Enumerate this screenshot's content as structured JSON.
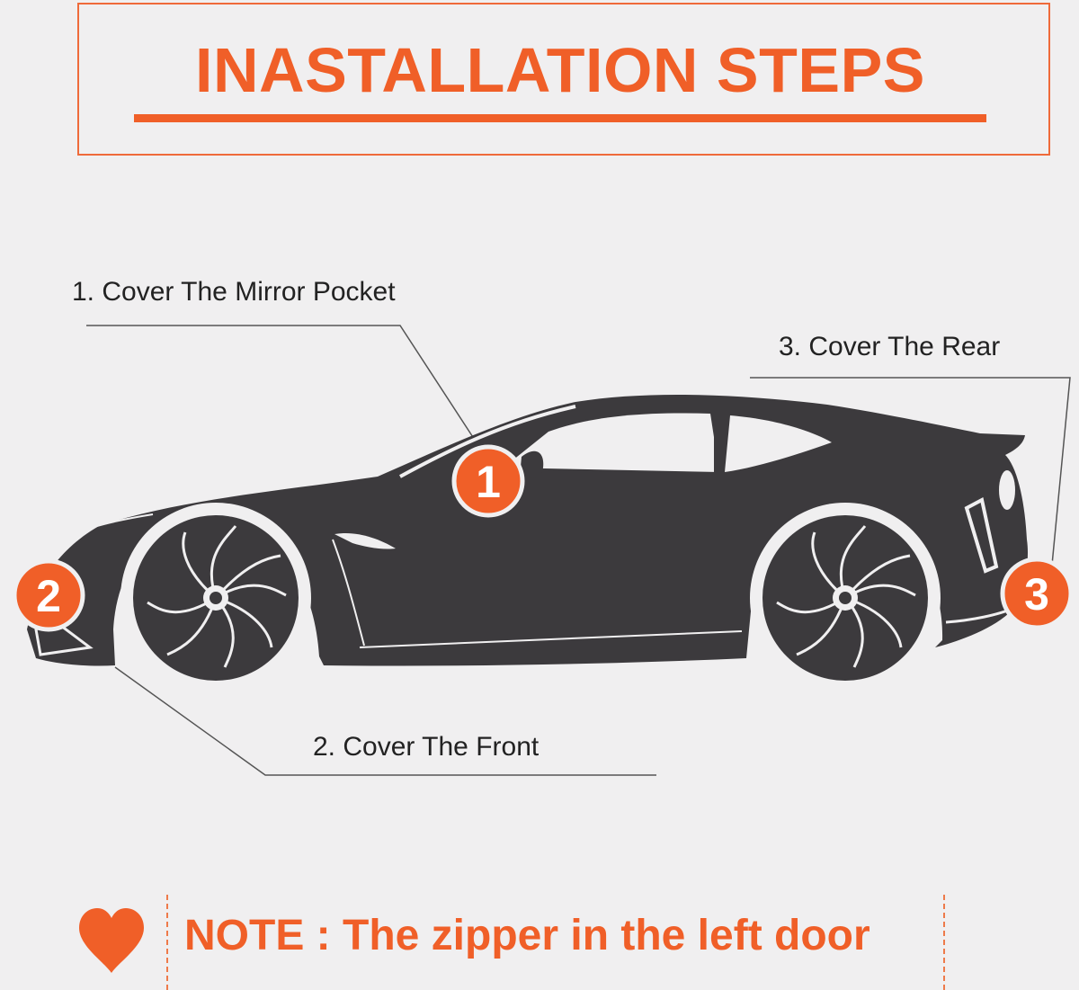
{
  "title": "INASTALLATION STEPS",
  "steps": [
    {
      "number": "1",
      "label": "1. Cover The Mirror Pocket"
    },
    {
      "number": "2",
      "label": "2. Cover The Front"
    },
    {
      "number": "3",
      "label": "3. Cover The Rear"
    }
  ],
  "note": "NOTE : The zipper in the left door",
  "icons": {
    "car": "sports-car-silhouette-icon",
    "heart": "heart-icon"
  },
  "colors": {
    "accent": "#f05f28",
    "car_body": "#3c3a3d",
    "background": "#f0eff0"
  }
}
